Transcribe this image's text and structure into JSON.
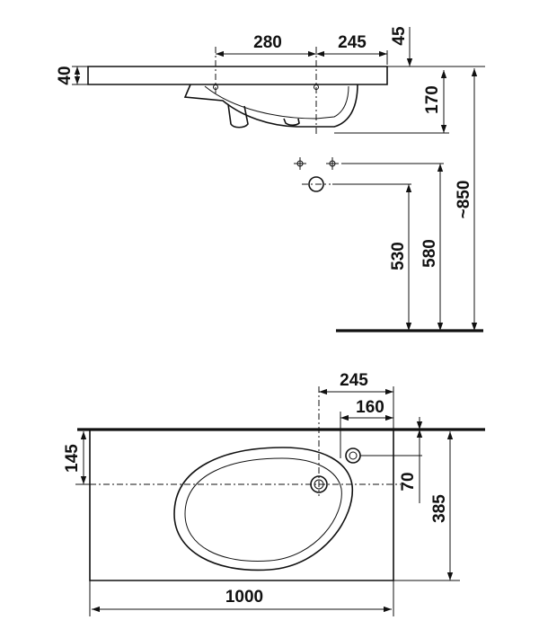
{
  "dimensions": {
    "side_width_left": "280",
    "side_width_right": "245",
    "side_top": "45",
    "side_thickness": "40",
    "side_depth": "170",
    "side_height_total": "~850",
    "side_height_waste": "530",
    "side_height_supply": "580",
    "plan_offset_tap": "245",
    "plan_offset_overflow": "160",
    "plan_depth_tap": "145",
    "plan_depth_small": "70",
    "plan_depth_total": "385",
    "plan_width_total": "1000"
  },
  "colors": {
    "line": "#111111",
    "background": "#ffffff"
  }
}
